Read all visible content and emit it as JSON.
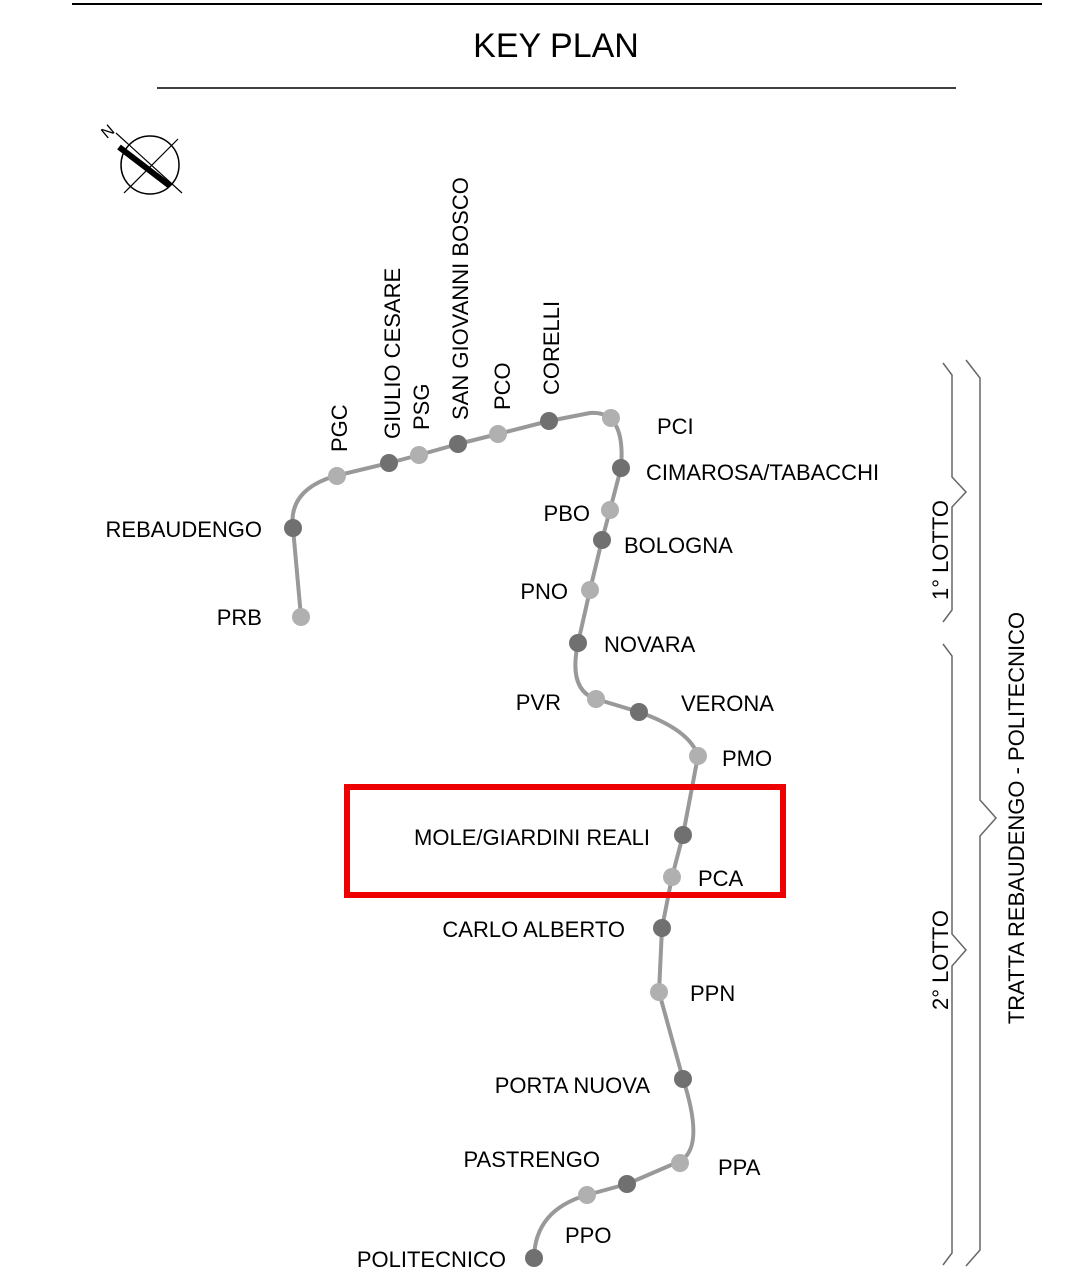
{
  "title": "KEY PLAN",
  "compass": {
    "label": "N"
  },
  "colors": {
    "line": "#999999",
    "station_dark": "#707070",
    "station_light": "#b0b0b0",
    "highlight": "#ee0000",
    "brackets": "#666666"
  },
  "stations": [
    {
      "id": "prb",
      "label": "PRB",
      "type": "light"
    },
    {
      "id": "rebaudengo",
      "label": "REBAUDENGO",
      "type": "dark"
    },
    {
      "id": "pgc",
      "label": "PGC",
      "type": "light"
    },
    {
      "id": "giulio-cesare",
      "label": "GIULIO CESARE",
      "type": "dark"
    },
    {
      "id": "psg",
      "label": "PSG",
      "type": "light"
    },
    {
      "id": "san-giovanni-bosco",
      "label": "SAN GIOVANNI BOSCO",
      "type": "dark"
    },
    {
      "id": "pco",
      "label": "PCO",
      "type": "light"
    },
    {
      "id": "corelli",
      "label": "CORELLI",
      "type": "dark"
    },
    {
      "id": "pci",
      "label": "PCI",
      "type": "light"
    },
    {
      "id": "cimarosa-tabacchi",
      "label": "CIMAROSA/TABACCHI",
      "type": "dark"
    },
    {
      "id": "pbo",
      "label": "PBO",
      "type": "light"
    },
    {
      "id": "bologna",
      "label": "BOLOGNA",
      "type": "dark"
    },
    {
      "id": "pno",
      "label": "PNO",
      "type": "light"
    },
    {
      "id": "novara",
      "label": "NOVARA",
      "type": "dark"
    },
    {
      "id": "pvr",
      "label": "PVR",
      "type": "light"
    },
    {
      "id": "verona",
      "label": "VERONA",
      "type": "dark"
    },
    {
      "id": "pmo",
      "label": "PMO",
      "type": "light"
    },
    {
      "id": "mole-giardini-reali",
      "label": "MOLE/GIARDINI REALI",
      "type": "dark"
    },
    {
      "id": "pca",
      "label": "PCA",
      "type": "light"
    },
    {
      "id": "carlo-alberto",
      "label": "CARLO ALBERTO",
      "type": "dark"
    },
    {
      "id": "ppn",
      "label": "PPN",
      "type": "light"
    },
    {
      "id": "porta-nuova",
      "label": "PORTA NUOVA",
      "type": "dark"
    },
    {
      "id": "ppa",
      "label": "PPA",
      "type": "light"
    },
    {
      "id": "pastrengo",
      "label": "PASTRENGO",
      "type": "dark"
    },
    {
      "id": "ppo",
      "label": "PPO",
      "type": "light"
    },
    {
      "id": "politecnico",
      "label": "POLITECNICO",
      "type": "dark"
    }
  ],
  "lots": {
    "first": "1° LOTTO",
    "second": "2° LOTTO",
    "section": "TRATTA REBAUDENGO - POLITECNICO"
  }
}
